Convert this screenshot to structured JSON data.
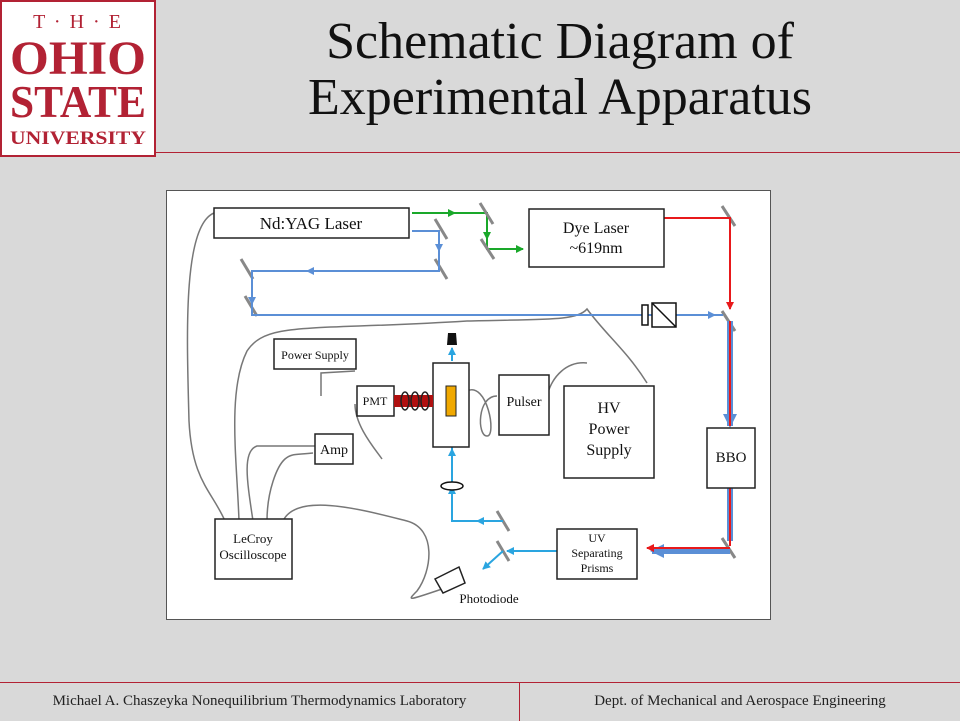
{
  "slide": {
    "title_line1": "Schematic Diagram of",
    "title_line2": "Experimental Apparatus"
  },
  "logo": {
    "line_the": "T · H · E",
    "line_ohio": "OHIO",
    "line_state": "STATE",
    "line_university": "UNIVERSITY"
  },
  "diagram": {
    "nd_yag": "Nd:YAG Laser",
    "dye_laser_1": "Dye Laser",
    "dye_laser_2": "~619nm",
    "power_supply": "Power Supply",
    "pmt": "PMT",
    "pulser": "Pulser",
    "hv_1": "HV",
    "hv_2": "Power",
    "hv_3": "Supply",
    "amp": "Amp",
    "bbo": "BBO",
    "lecroy_1": "LeCroy",
    "lecroy_2": "Oscilloscope",
    "uv_1": "UV",
    "uv_2": "Separating",
    "uv_3": "Prisms",
    "photodiode": "Photodiode"
  },
  "colors": {
    "accent": "#b22234",
    "green_beam": "#1aa82a",
    "red_beam": "#e8191b",
    "blue_beam": "#5b8fd6",
    "cyan_beam": "#2aa5e0",
    "cell_gold": "#f0a800",
    "pmt_red": "#b01010"
  },
  "footer": {
    "left": "Michael A. Chaszeyka Nonequilibrium Thermodynamics Laboratory",
    "right": "Dept. of Mechanical and Aerospace Engineering"
  }
}
